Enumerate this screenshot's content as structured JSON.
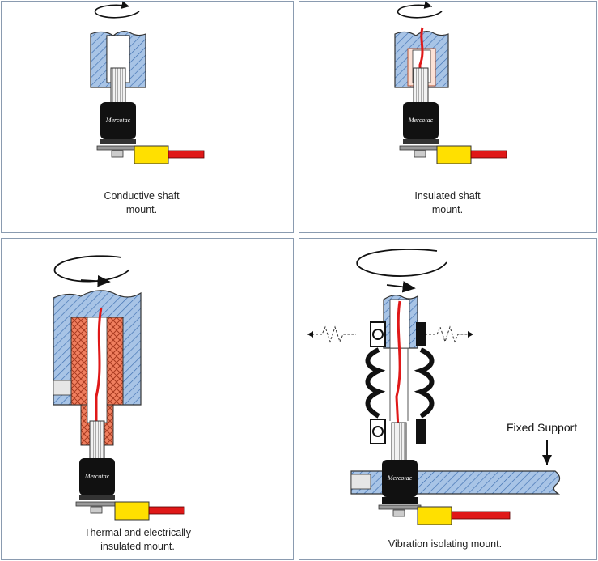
{
  "panels": [
    {
      "id": "conductive",
      "caption_lines": [
        "Conductive shaft",
        "mount."
      ]
    },
    {
      "id": "insulated",
      "caption_lines": [
        "Insulated shaft",
        "mount."
      ]
    },
    {
      "id": "thermal",
      "caption_lines": [
        "Thermal and electrically",
        "insulated mount."
      ]
    },
    {
      "id": "vibration",
      "caption_lines": [
        "Vibration isolating mount."
      ]
    }
  ],
  "labels": {
    "fixed_support": "Fixed Support"
  },
  "logo_text": "Mercotac",
  "colors": {
    "shaft_blue": "#a8c4e6",
    "insulator_orange": "#f07f5f",
    "connector_yellow": "#ffe000",
    "wire_red": "#e01818",
    "body_black": "#111111",
    "border": "#8a9bb0"
  },
  "icons": [
    "rotation-arrow-icon",
    "vibration-arrow-icon",
    "down-arrow-icon"
  ]
}
